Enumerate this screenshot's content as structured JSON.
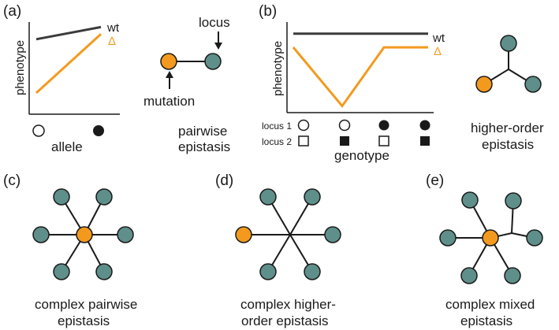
{
  "colors": {
    "teal": "#5f8f8a",
    "orange": "#f39a1e",
    "dark_line": "#3b3b3b",
    "text": "#1a1a1a"
  },
  "panels": {
    "a": {
      "label": "(a)",
      "y_axis_label": "phenotype",
      "x_axis_label": "allele",
      "series": [
        "wt",
        "Δ"
      ],
      "locus_label": "locus",
      "mutation_label": "mutation",
      "caption": [
        "pairwise",
        "epistasis"
      ]
    },
    "b": {
      "label": "(b)",
      "y_axis_label": "phenotype",
      "x_axis_label": "genotype",
      "series": [
        "wt",
        "Δ"
      ],
      "row_labels": [
        "locus 1",
        "locus 2"
      ],
      "caption": [
        "higher-order",
        "epistasis"
      ]
    },
    "c": {
      "label": "(c)",
      "caption": [
        "complex pairwise",
        "epistasis"
      ]
    },
    "d": {
      "label": "(d)",
      "caption": [
        "complex higher-",
        "order epistasis"
      ]
    },
    "e": {
      "label": "(e)",
      "caption": [
        "complex mixed",
        "epistasis"
      ]
    }
  },
  "chart_data": [
    {
      "type": "line",
      "categories": [
        "○",
        "●"
      ],
      "series": [
        {
          "name": "wt",
          "values": [
            0.82,
            0.96
          ]
        },
        {
          "name": "Δ",
          "values": [
            0.2,
            0.88
          ]
        }
      ],
      "ylabel": "phenotype",
      "xlabel": "allele"
    },
    {
      "type": "line",
      "categories": [
        "○ □",
        "○ ■",
        "● □",
        "● ■"
      ],
      "series": [
        {
          "name": "wt",
          "values": [
            0.9,
            0.9,
            0.9,
            0.9
          ]
        },
        {
          "name": "Δ",
          "values": [
            0.74,
            0.05,
            0.74,
            0.74
          ]
        }
      ],
      "ylabel": "phenotype",
      "xlabel": "genotype"
    }
  ]
}
